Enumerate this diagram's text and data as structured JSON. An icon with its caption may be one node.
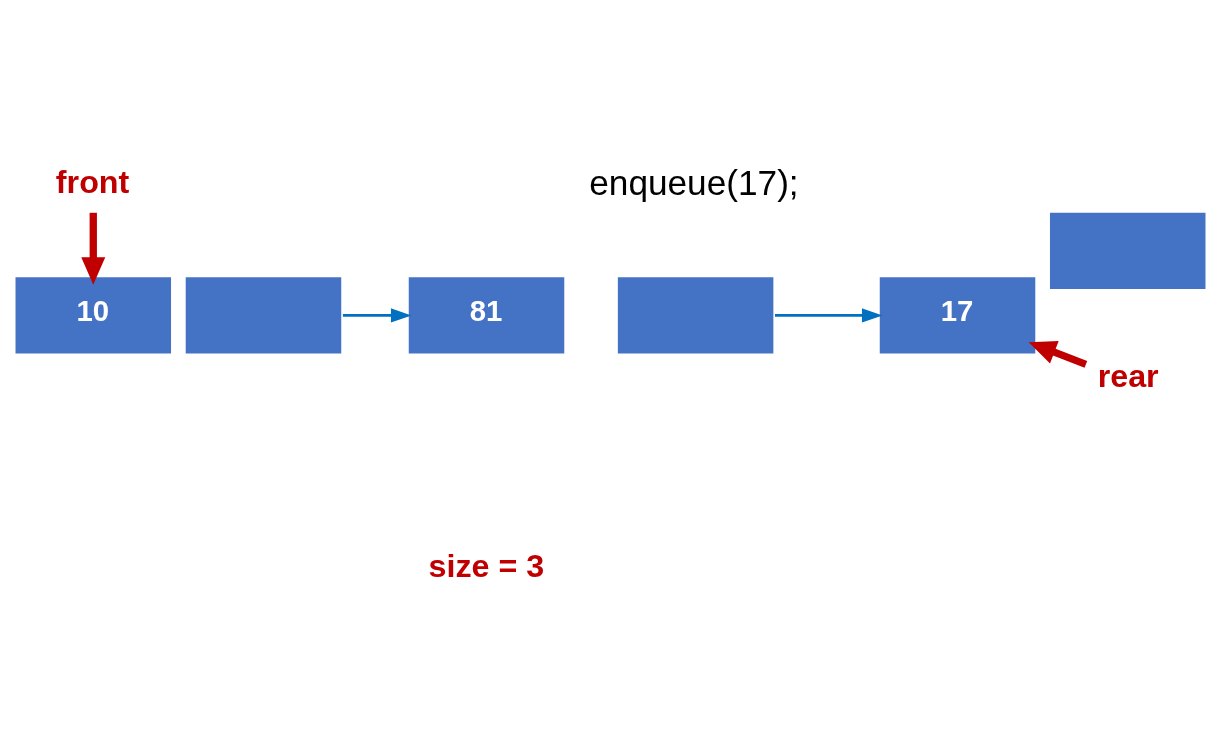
{
  "diagram": {
    "nodes": [
      {
        "text": [
          "front"
        ]
      },
      {
        "text": [
          "10"
        ]
      },
      {
        "text": [],
        "shape": "box"
      },
      {
        "text": [
          "81"
        ]
      },
      {
        "text": [],
        "shape": "box"
      },
      {
        "text": [
          "17"
        ]
      },
      {
        "text": [],
        "shape": "box"
      },
      {
        "text": [
          "rear"
        ]
      }
    ],
    "edges": [
      {
        "from": 0,
        "to": 1,
        "arrow": "to",
        "style": "thick",
        "color": "#c00000"
      },
      {
        "from": 2,
        "to": 3,
        "arrow": "to",
        "color": "#0070c0"
      },
      {
        "from": 4,
        "to": 5,
        "arrow": "to",
        "color": "#0070c0"
      },
      {
        "from": 7,
        "to": 5,
        "arrow": "to",
        "style": "thick",
        "color": "#c00000"
      }
    ],
    "labels": [
      "enqueue(17);",
      "size = 3"
    ]
  }
}
